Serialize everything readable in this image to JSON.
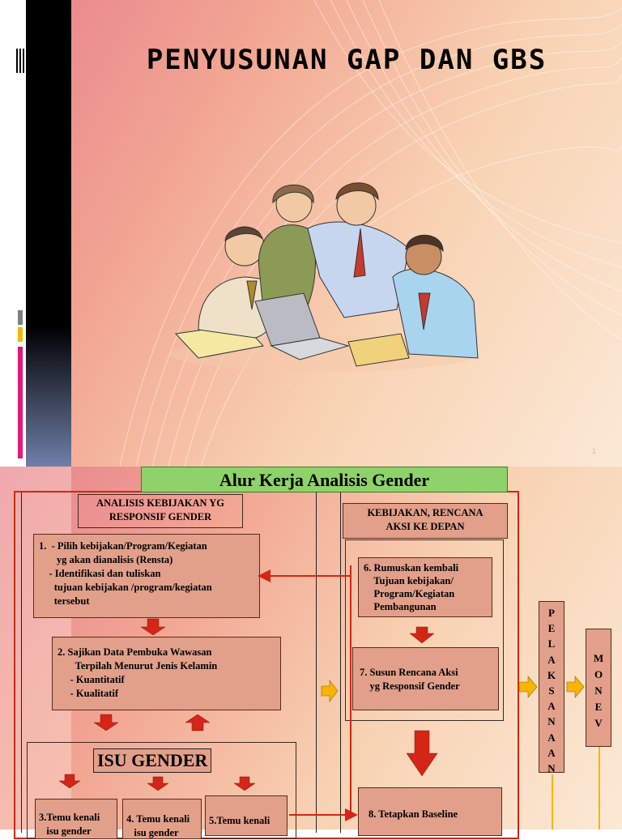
{
  "slide1": {
    "title": "PENYUSUNAN  GAP  DAN  GBS",
    "page_number": "1",
    "clipart": "people-around-laptop-clipart",
    "colors": {
      "background_start": "#e7828f",
      "background_end": "#fbe9d6",
      "accent_gray": "#7f7f7f",
      "accent_yellow": "#f2b705",
      "accent_pink": "#e4177a"
    }
  },
  "slide2": {
    "title": "Alur Kerja Analisis Gender",
    "left_section_title": "ANALISIS KEBIJAKAN YG\nRESPONSIF GENDER",
    "right_section_title": "KEBIJAKAN, RENCANA\nAKSI KE DEPAN",
    "step1": "1.  - Pilih kebijakan/Program/Kegiatan\n       yg akan dianalisis (Rensta)\n    - Identifikasi dan tuliskan\n      tujuan kebijakan /program/kegiatan\n      tersebut",
    "step2": "2. Sajikan Data Pembuka Wawasan\n       Terpilah Menurut Jenis Kelamin\n     - Kuantitatif\n     - Kualitatif",
    "isu_gender": "ISU GENDER",
    "step3": "3.Temu kenali\n   isu gender",
    "step4": "4. Temu kenali\n   isu gender",
    "step5": "5.Temu kenali",
    "step6": "6. Rumuskan kembali\n    Tujuan kebijakan/\n    Program/Kegiatan\n    Pembangunan",
    "step7": "7. Susun Rencana Aksi\n    yg Responsif Gender",
    "step8": "8. Tetapkan Baseline",
    "pelaksanaan": [
      "P",
      "E",
      "L",
      "A",
      "K",
      "S",
      "A",
      "N",
      "A",
      "A",
      "N"
    ],
    "monev": [
      "M",
      "O",
      "N",
      "E",
      "V"
    ],
    "colors": {
      "title_bg": "#8ed36a",
      "box_bg": "#e2a08a",
      "arrow_red": "#d42516",
      "arrow_yellow": "#f7b500"
    }
  }
}
